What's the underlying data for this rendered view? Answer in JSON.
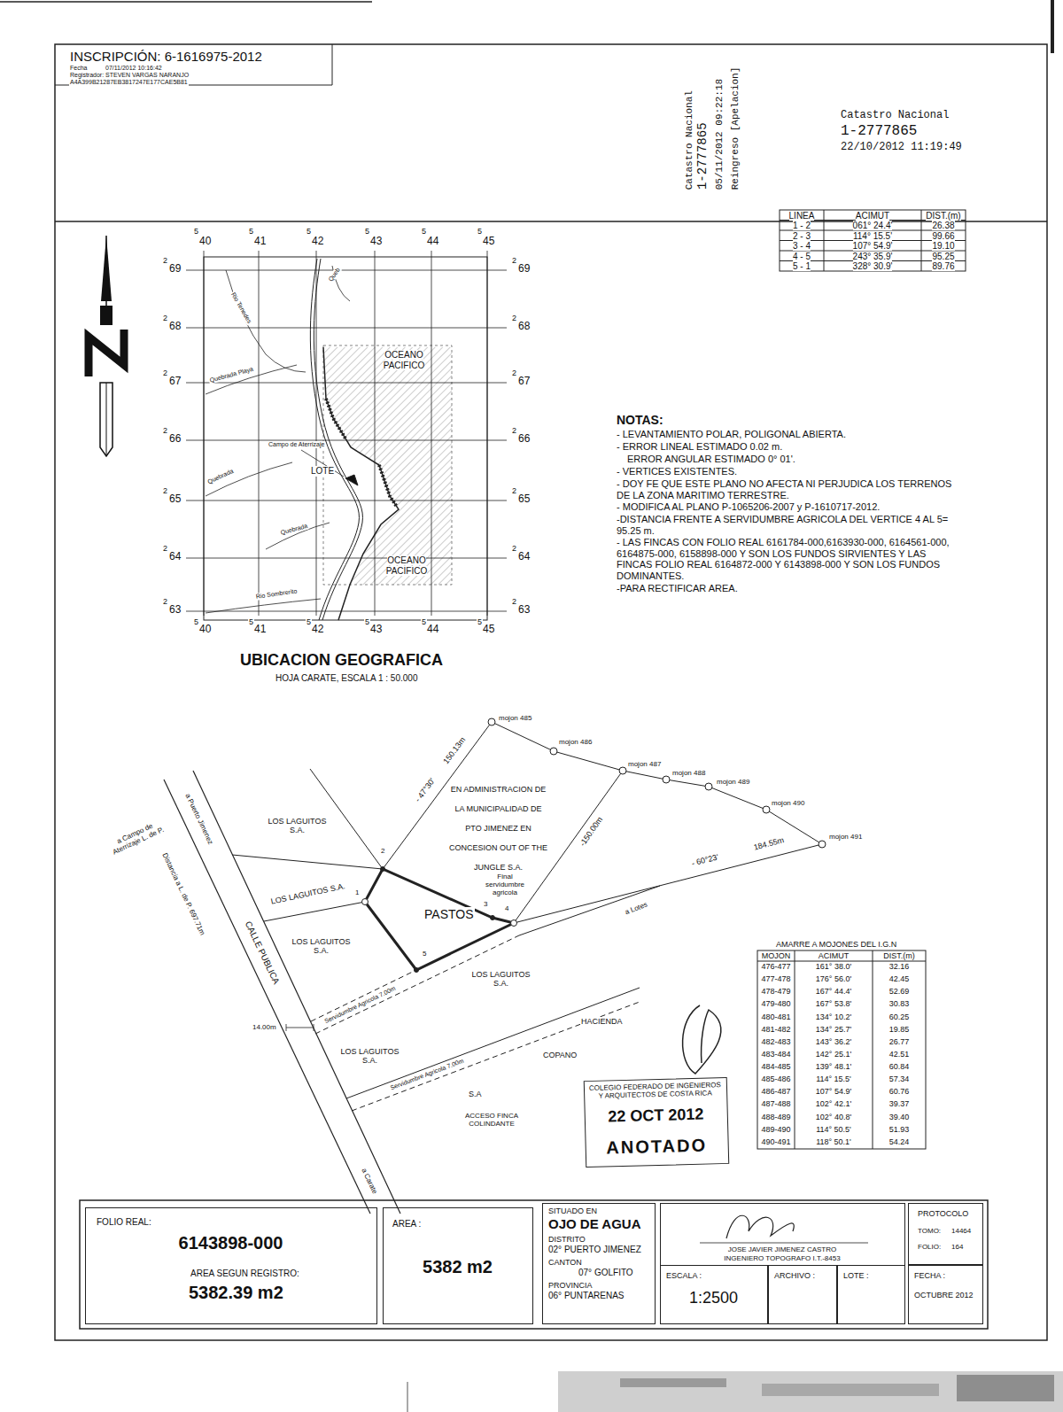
{
  "diagram": {
    "nodes": [
      {
        "text": [
          "COLEGIO FEDERADO DE INGENIEROS Y ARQUITECTOS DE COSTA RICA",
          "22 OCT 2012",
          "ANOTADO"
        ]
      },
      {
        "text": [
          "FOLIO REAL:",
          "6143898-000",
          "AREA SEGUN REGISTRO:",
          "5382.39 m2"
        ]
      },
      {
        "text": [
          "AREA :",
          "5382 m2"
        ]
      },
      {
        "text": [
          "SITUADO EN",
          "OJO DE AGUA",
          "DISTRITO",
          "02° PUERTO JIMENEZ",
          "CANTON",
          "07° GOLFITO",
          "PROVINCIA",
          "06° PUNTARENAS"
        ]
      },
      {
        "text": [
          "JOSE JAVIER JIMENEZ CASTRO",
          "INGENIERO TOPOGRAFO I.T.-8453"
        ]
      },
      {
        "text": [
          "ESCALA :",
          "1:2500"
        ]
      },
      {
        "text": [
          "ARCHIVO :"
        ]
      },
      {
        "text": [
          "LOTE :"
        ]
      },
      {
        "text": [
          "PROTOCOLO",
          "TOMO:",
          "14464",
          "FOLIO:",
          "164"
        ]
      },
      {
        "text": [
          "FECHA :",
          "OCTUBRE 2012"
        ]
      }
    ],
    "labels": [
      "INSCRIPCIÓN: 6-1616975-2012",
      "Fecha",
      "07/11/2012 10:16:42",
      "Registrador: STEVEN VARGAS NARANJO",
      "A4A399B21287EB3817247E177CAE5B81",
      "Catastro Nacional",
      "1-2777865",
      "05/11/2012 09:22:18",
      "Reingreso [Apelacion]",
      "Catastro Nacional",
      "1-2777865",
      "22/10/2012 11:19:49",
      "LINEA",
      "ACIMUT",
      "DIST.(m)",
      "1 - 2",
      "061° 24.4'",
      "26.38",
      "2 - 3",
      "114° 15.5'",
      "99.66",
      "3 - 4",
      "107° 54.9'",
      "19.10",
      "4 - 5",
      "243° 35.9'",
      "95.25",
      "5 - 1",
      "328° 30.9'",
      "89.76",
      "5",
      "40",
      "5",
      "41",
      "5",
      "42",
      "5",
      "43",
      "5",
      "44",
      "5",
      "45",
      "2",
      "69",
      "2",
      "68",
      "2",
      "67",
      "2",
      "66",
      "2",
      "65",
      "2",
      "64",
      "2",
      "63",
      "2",
      "69",
      "2",
      "68",
      "2",
      "67",
      "2",
      "66",
      "2",
      "65",
      "2",
      "64",
      "2",
      "63",
      "5",
      "40",
      "5",
      "41",
      "5",
      "42",
      "5",
      "43",
      "5",
      "44",
      "5",
      "45",
      "Queb",
      "Rio Tenedes",
      "Quebrada Playa",
      "OCEANO PACIFICO",
      "Campo de Aterrizaje",
      "LOTE",
      "Quebrada",
      "Quebrada",
      "OCEANO PACIFICO",
      "Rio Sombrerito",
      "UBICACION GEOGRAFICA",
      "HOJA CARATE, ESCALA 1 : 50.000",
      "NOTAS:",
      "- LEVANTAMIENTO POLAR, POLIGONAL ABIERTA.",
      "- ERROR LINEAL ESTIMADO 0.02 m.",
      "ERROR ANGULAR ESTIMADO 0° 01'.",
      "- VERTICES EXISTENTES.",
      "- DOY FE QUE ESTE PLANO NO AFECTA NI PERJUDICA LOS TERRENOS DE LA ZONA MARITIMO TERRESTRE.",
      "- MODIFICA AL PLANO P-1065206-2007 y P-1610717-2012.",
      "-DISTANCIA FRENTE A SERVIDUMBRE AGRICOLA DEL VERTICE 4 AL 5= 95.25 m.",
      "- LAS FINCAS CON FOLIO REAL 6161784-000,6163930-000, 6164561-000, 6164875-000, 6158898-000 Y SON LOS FUNDOS SIRVIENTES Y LAS FINCAS FOLIO REAL 6164872-000 Y 6143898-000 Y SON LOS FUNDOS DOMINANTES.",
      "-PARA RECTIFICAR AREA.",
      "mojon 485",
      "mojon 486",
      "mojon 487",
      "mojon 488",
      "mojon 489",
      "mojon 490",
      "mojon 491",
      "- 47°30'",
      "150.13m",
      "EN ADMINISTRACION DE LA MUNICIPALIDAD DE PTO JIMENEZ EN CONCESION OUT OF THE JUNGLE S.A.",
      "-150.00m",
      "Final servidumbre agricola",
      "- 60°23'",
      "184.55m",
      "LOS LAGUITOS S.A.",
      "LOS LAGUITOS S.A.",
      "LOS LAGUITOS S.A.",
      "PASTOS",
      "1",
      "2",
      "3",
      "4",
      "5",
      "LOS LAGUITOS S.A.",
      "a Puerto Jimenez",
      "a Campo de Aterrizaje L. de P.",
      "Distancia a L. de P. 697.71m",
      "CALLE PUBLICA",
      "14.00m",
      "Servidumbre Agricola 7.00m",
      "a Lotes",
      "HACIENDA",
      "LOS LAGUITOS S.A.",
      "COPANO",
      "Servidumbre Agricola 7.00m",
      "S.A",
      "ACCESO FINCA COLINDANTE",
      "a Carate",
      "AMARRE A MOJONES DEL I.G.N",
      "MOJON",
      "ACIMUT",
      "DIST.(m)",
      "476-477",
      "161° 38.0'",
      "32.16",
      "477-478",
      "176° 56.0'",
      "42.45",
      "478-479",
      "167° 44.4'",
      "52.69",
      "479-480",
      "167° 53.8'",
      "30.83",
      "480-481",
      "134° 10.2'",
      "60.25",
      "481-482",
      "134° 25.7'",
      "19.85",
      "482-483",
      "143° 36.2'",
      "26.77",
      "483-484",
      "142° 25.1'",
      "42.51",
      "484-485",
      "139° 48.1'",
      "60.84",
      "485-486",
      "114° 15.5'",
      "57.34",
      "486-487",
      "107° 54.9'",
      "60.76",
      "487-488",
      "102° 42.1'",
      "39.37",
      "488-489",
      "102° 40.8'",
      "39.40",
      "489-490",
      "114° 50.5'",
      "51.93",
      "490-491",
      "118° 50.1'",
      "54.24"
    ]
  }
}
